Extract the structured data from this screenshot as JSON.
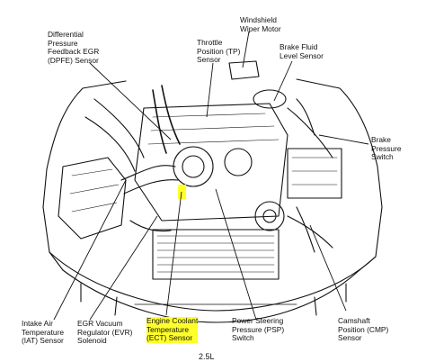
{
  "labels": {
    "dpfe": "Differential\nPressure\nFeedback EGR\n(DPFE) Sensor",
    "tp": "Throttle\nPosition (TP)\nSensor",
    "windshield": "Windshield\nWiper Motor",
    "brake_fluid": "Brake Fluid\nLevel Sensor",
    "brake_pressure": "Brake\nPressure\nSwitch",
    "iat": "Intake Air\nTemperature\n(IAT) Sensor",
    "evr": "EGR Vacuum\nRegulator (EVR)\nSolenoid",
    "ect": "Engine Coolant\nTemperature\n(ECT) Sensor",
    "psp": "Power Steering\nPressure (PSP)\nSwitch",
    "cmp": "Camshaft\nPosition (CMP)\nSensor"
  },
  "engine_code": "2.5L",
  "colors": {
    "highlight": "#ffff2a",
    "line": "#111111",
    "background": "#ffffff"
  }
}
